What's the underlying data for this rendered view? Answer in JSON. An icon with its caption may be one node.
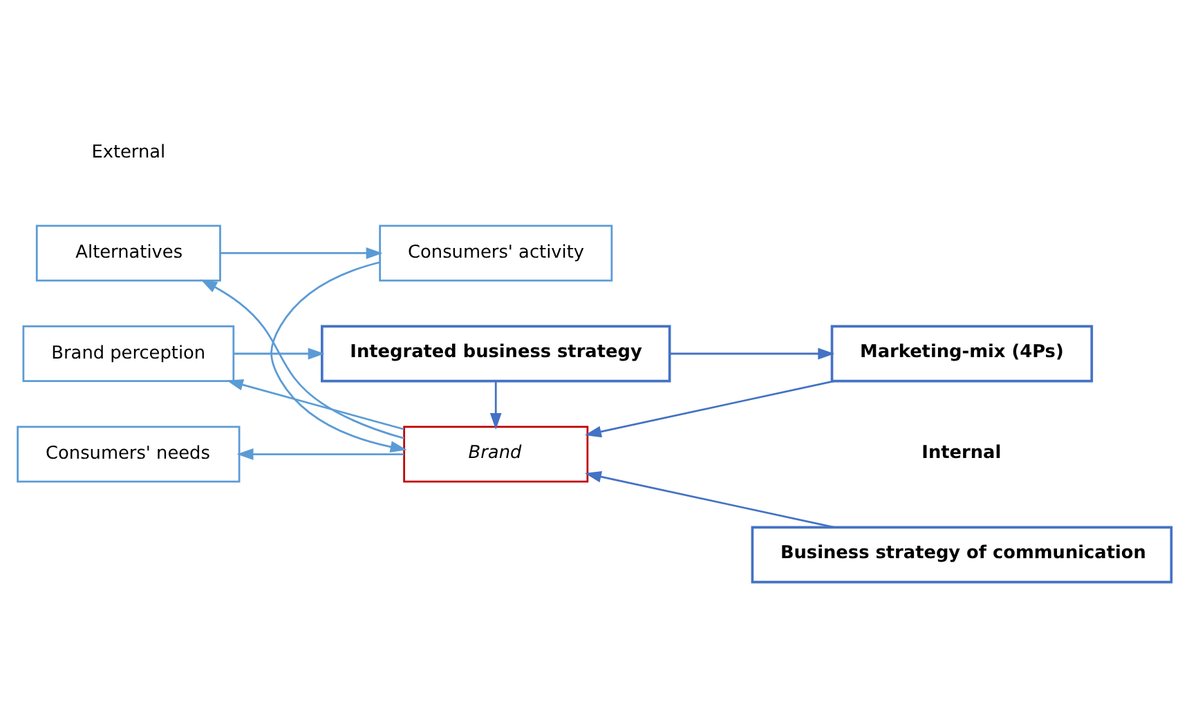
{
  "diagram": {
    "nodes": [
      {
        "text": [
          "Alternatives"
        ]
      },
      {
        "text": [
          "Consumers' activity"
        ]
      },
      {
        "text": [
          "Consumers' needs"
        ]
      },
      {
        "text": [
          "Brand"
        ]
      },
      {
        "text": [
          "Business strategy of communication"
        ]
      },
      {
        "text": [
          "Marketing-mix (4Ps)"
        ]
      },
      {
        "text": [
          "Brand perception"
        ]
      },
      {
        "text": [
          "Integrated business strategy"
        ]
      }
    ],
    "edges": [
      {
        "from": 0,
        "to": 1,
        "arrow": "to"
      },
      {
        "from": 1,
        "to": 3,
        "arrow": "to"
      },
      {
        "from": 3,
        "to": 0,
        "arrow": "to"
      },
      {
        "from": 3,
        "to": 2,
        "arrow": "to"
      },
      {
        "from": 3,
        "to": 6,
        "arrow": "to"
      },
      {
        "from": 4,
        "to": 3,
        "arrow": "to",
        "color": "#4472c4"
      },
      {
        "from": 5,
        "to": 3,
        "arrow": "to",
        "color": "#4472c4"
      },
      {
        "from": 7,
        "to": 3,
        "arrow": "to",
        "color": "#4472c4"
      },
      {
        "from": 6,
        "to": 7,
        "arrow": "to"
      },
      {
        "from": 7,
        "to": 5,
        "arrow": "to",
        "color": "#4472c4"
      }
    ],
    "labels": [
      "External",
      "Internal"
    ]
  }
}
